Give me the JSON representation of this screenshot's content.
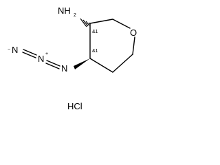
{
  "molecule": {
    "atoms": {
      "amine": "NH",
      "amine_subscript": "2",
      "oxygen": "O",
      "azide_n1": "N",
      "azide_n2": "N",
      "azide_n3": "N",
      "azide_charge_minus": "−",
      "azide_charge_plus": "+"
    },
    "stereo_labels": {
      "c3": "&1",
      "c4": "&1"
    },
    "salt": "HCl"
  }
}
